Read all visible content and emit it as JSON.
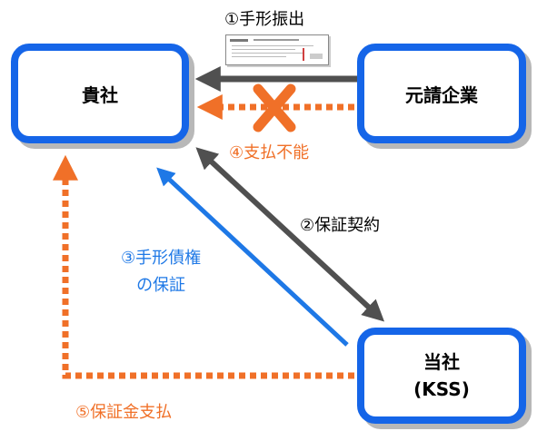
{
  "nodes": {
    "kisha": "貴社",
    "motouke": "元請企業",
    "tosha_line1": "当社",
    "tosha_line2": "(KSS)"
  },
  "labels": {
    "step1": "①手形振出",
    "step2": "②保証契約",
    "step3_line1": "③手形債権",
    "step3_line2": "の保証",
    "step4": "④支払不能",
    "step5": "⑤保証金支払"
  },
  "colors": {
    "box_border": "#1565e8",
    "arrow_dark": "#505050",
    "arrow_orange": "#f07028",
    "arrow_blue": "#1e78e6",
    "cross": "#f07028"
  },
  "icons": {
    "document": "promissory-note-icon",
    "cross": "cross-mark-icon"
  }
}
